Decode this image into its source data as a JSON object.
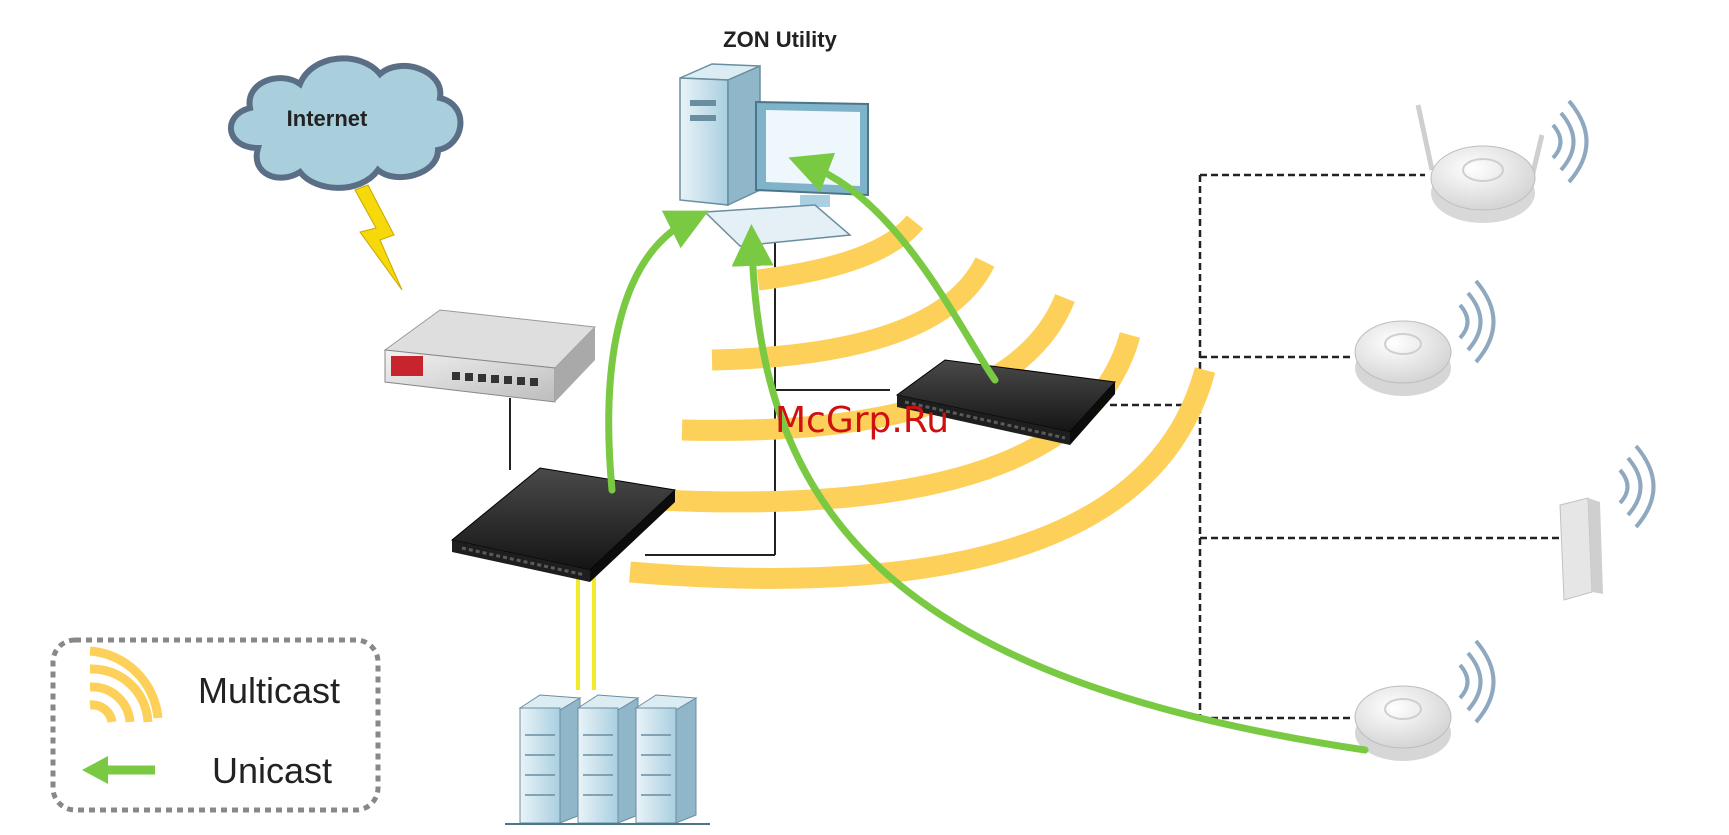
{
  "labels": {
    "internet": "Internet",
    "zon_utility": "ZON Utility",
    "watermark": "McGrp.Ru"
  },
  "legend": {
    "multicast": "Multicast",
    "unicast": "Unicast"
  },
  "colors": {
    "multicast": "#fdd05a",
    "unicast": "#7ac943",
    "cloud_fill": "#a9cfdc",
    "cloud_stroke": "#5a6f86",
    "lightning": "#f5d90a",
    "watermark": "#d01010",
    "wire": "#222222"
  },
  "icons": [
    "cloud-icon",
    "lightning-icon",
    "firewall-icon",
    "switch-icon",
    "desktop-computer-icon",
    "server-rack-icon",
    "access-point-icon",
    "wireless-signal-icon"
  ]
}
